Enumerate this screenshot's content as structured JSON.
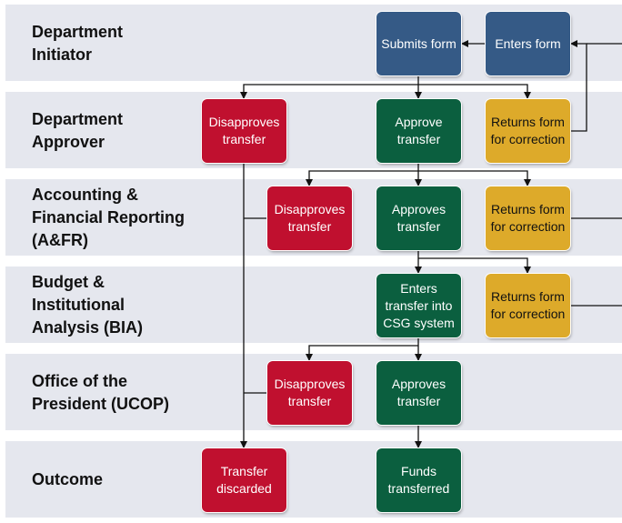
{
  "lanes": [
    {
      "label": "Department Initiator"
    },
    {
      "label": "Department Approver"
    },
    {
      "label": "Accounting & Financial Reporting (A&FR)"
    },
    {
      "label": "Budget & Institutional Analysis (BIA)"
    },
    {
      "label": "Office of the President (UCOP)"
    },
    {
      "label": "Outcome"
    }
  ],
  "boxes": {
    "submits_form": "Submits form",
    "enters_form": "Enters form",
    "dept_disapproves": "Disapproves transfer",
    "dept_approve": "Approve transfer",
    "dept_returns": "Returns form for correction",
    "afr_disapproves": "Disapproves transfer",
    "afr_approves": "Approves transfer",
    "afr_returns": "Returns form for correction",
    "bia_enters": "Enters transfer into CSG system",
    "bia_returns": "Returns form for correction",
    "ucop_disapproves": "Disapproves transfer",
    "ucop_approves": "Approves transfer",
    "transfer_discarded": "Transfer discarded",
    "funds_transferred": "Funds transferred"
  },
  "colors": {
    "lane_bg": "#e5e7ee",
    "initiator_blue": "#355a86",
    "disapprove_red": "#c0102f",
    "approve_green": "#0b5f3f",
    "return_gold": "#ddaa2a",
    "connector": "#111111"
  }
}
